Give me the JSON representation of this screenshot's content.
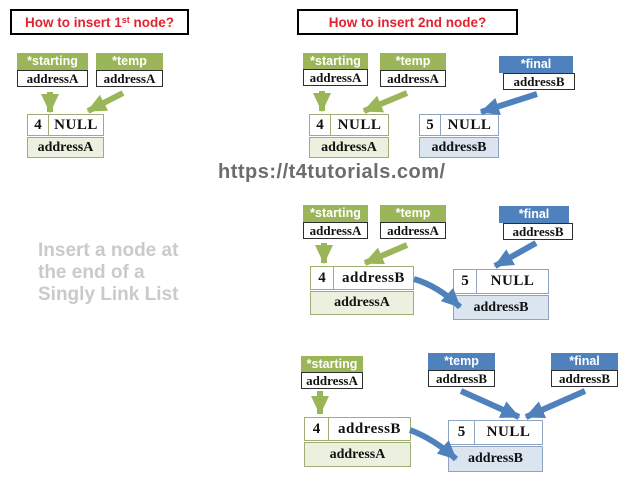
{
  "colors": {
    "accent_green": "#9bb559",
    "accent_blue": "#4f81bd",
    "light_green": "#ebf1de",
    "light_blue": "#dbe5f0",
    "title_red": "#e32230",
    "url_gray": "#6b6c6e",
    "caption_gray": "#c9cacb"
  },
  "headers": {
    "first": {
      "prefix": "How to insert 1",
      "sup": "st",
      "suffix": " node?"
    },
    "second": "How to insert 2nd node?"
  },
  "watermark": {
    "url": "https://t4tutorials.com/",
    "caption_line1": "Insert a node at",
    "caption_line2": "the end of a",
    "caption_line3": "Singly Link List"
  },
  "s1": {
    "pointers": {
      "starting": {
        "label": "*starting",
        "value": "addressA"
      },
      "temp": {
        "label": "*temp",
        "value": "addressA"
      }
    },
    "node_a": {
      "data": "4",
      "next": "NULL",
      "address": "addressA"
    }
  },
  "s2": {
    "state1": {
      "pointers": {
        "starting": {
          "label": "*starting",
          "value": "addressA"
        },
        "temp": {
          "label": "*temp",
          "value": "addressA"
        },
        "final": {
          "label": "*final",
          "value": "addressB"
        }
      },
      "node_a": {
        "data": "4",
        "next": "NULL",
        "address": "addressA"
      },
      "node_b": {
        "data": "5",
        "next": "NULL",
        "address": "addressB"
      }
    },
    "state2": {
      "pointers": {
        "starting": {
          "label": "*starting",
          "value": "addressA"
        },
        "temp": {
          "label": "*temp",
          "value": "addressA"
        },
        "final": {
          "label": "*final",
          "value": "addressB"
        }
      },
      "node_a": {
        "data": "4",
        "next": "addressB",
        "address": "addressA"
      },
      "node_b": {
        "data": "5",
        "next": "NULL",
        "address": "addressB"
      }
    },
    "state3": {
      "pointers": {
        "starting": {
          "label": "*starting",
          "value": "addressA"
        },
        "temp": {
          "label": "*temp",
          "value": "addressB"
        },
        "final": {
          "label": "*final",
          "value": "addressB"
        }
      },
      "node_a": {
        "data": "4",
        "next": "addressB",
        "address": "addressA"
      },
      "node_b": {
        "data": "5",
        "next": "NULL",
        "address": "addressB"
      }
    }
  }
}
